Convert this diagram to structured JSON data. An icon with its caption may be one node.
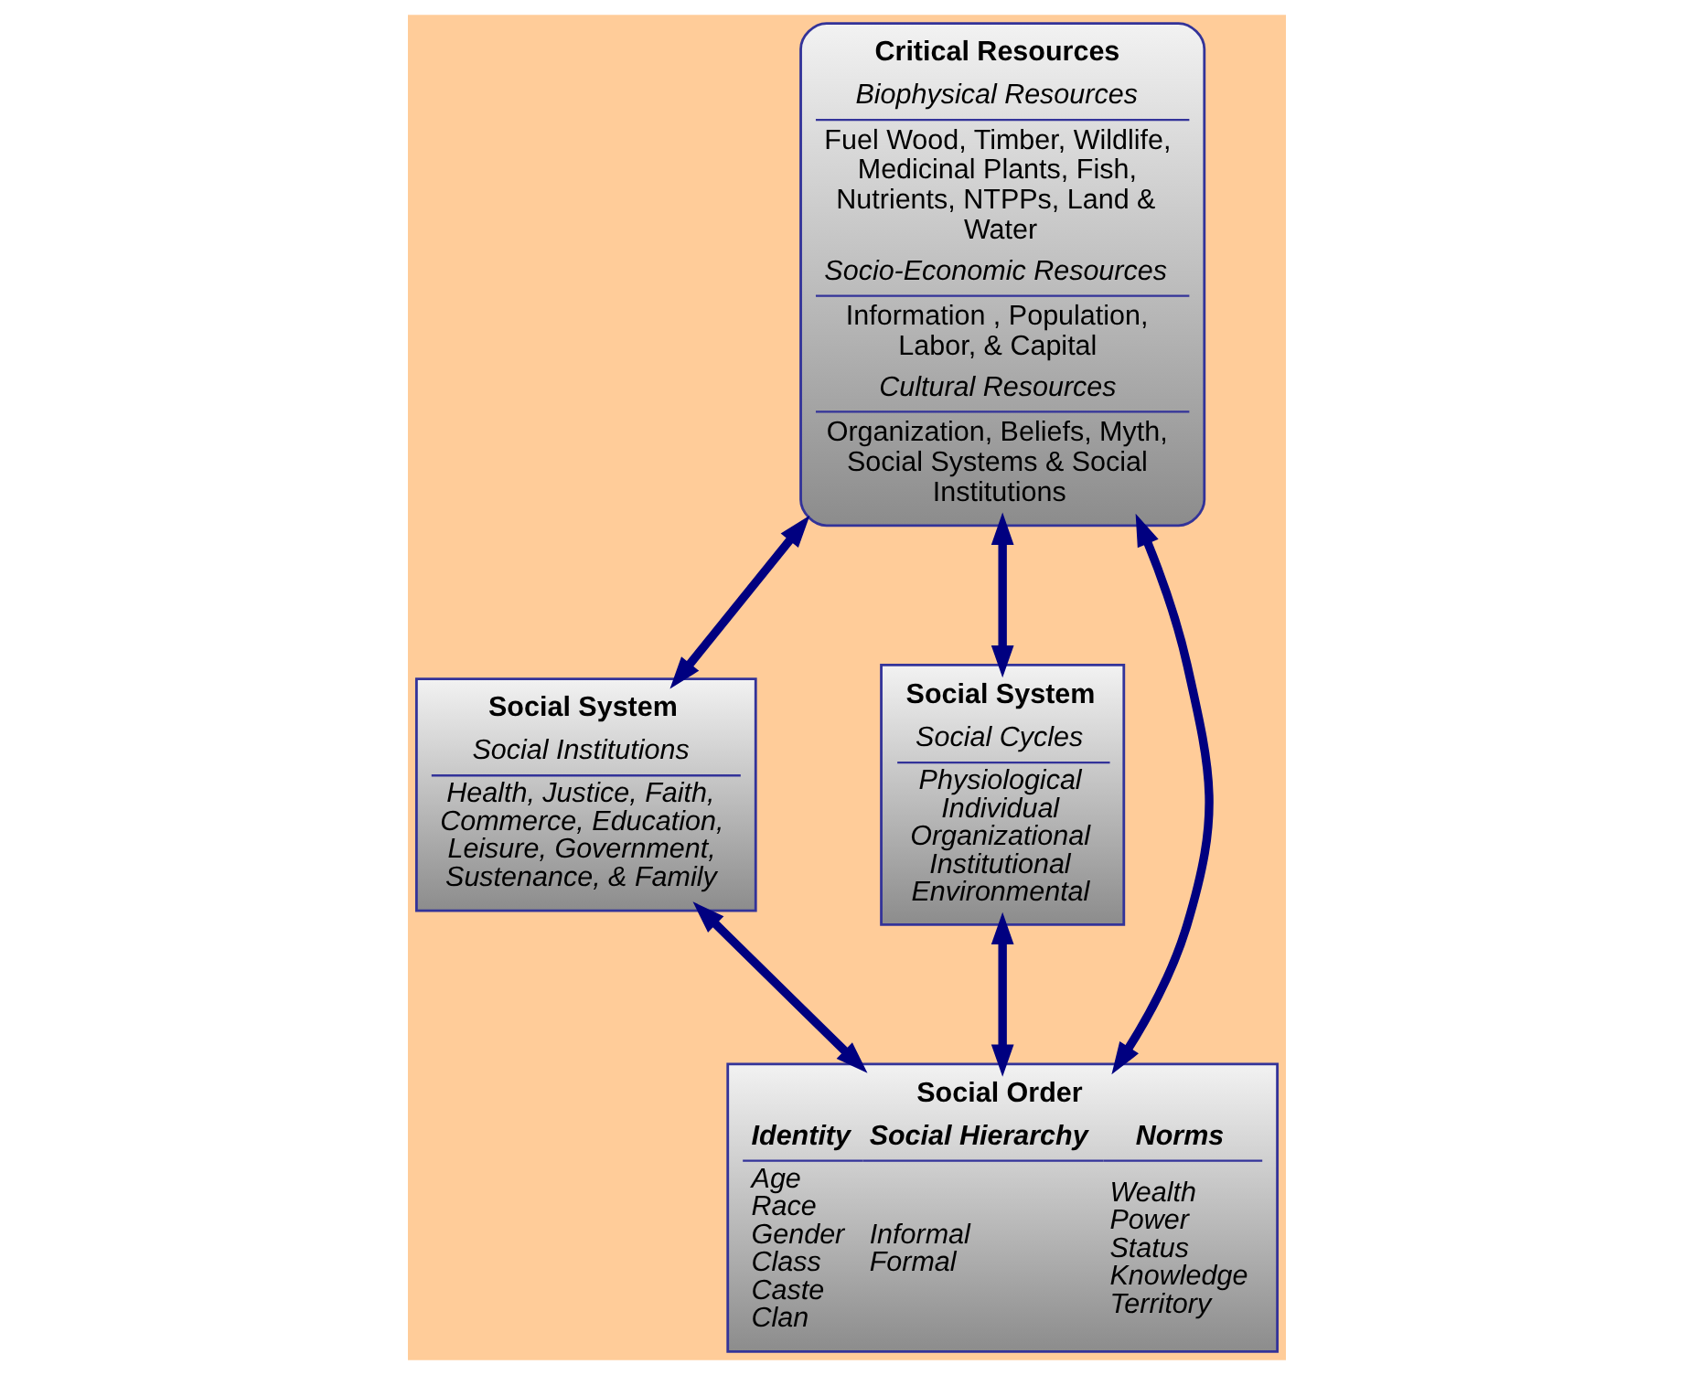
{
  "diagram": {
    "nodes": [
      {
        "text": [
          "Critical Resources",
          "Biophysical Resources",
          "Fuel Wood, Timber, Wildlife, Medicinal Plants, Fish, Nutrients, NTPPs, Land & Water",
          "Socio-Economic Resources",
          "Information , Population, Labor, & Capital",
          "Cultural Resources",
          "Organization, Beliefs, Myth, Social Systems & Social Institutions"
        ]
      },
      {
        "text": [
          "Social System",
          "Social Institutions",
          "Health, Justice, Faith, Commerce, Education, Leisure, Government, Sustenance, & Family"
        ]
      },
      {
        "text": [
          "Social System",
          "Social Cycles",
          "Physiological",
          "Individual",
          "Organizational",
          "Institutional",
          "Environmental"
        ]
      },
      {
        "text": [
          "Social Order",
          "Identity",
          "Social Hierarchy",
          "Norms",
          "Age",
          "Race",
          "Gender",
          "Class",
          "Caste",
          "Clan",
          "Informal",
          "Formal",
          "Wealth",
          "Power",
          "Status",
          "Knowledge",
          "Territory"
        ]
      }
    ],
    "edges": [
      {
        "from": 0,
        "to": 1,
        "arrow": "both"
      },
      {
        "from": 0,
        "to": 2,
        "arrow": "both"
      },
      {
        "from": 1,
        "to": 3,
        "arrow": "both"
      },
      {
        "from": 2,
        "to": 3,
        "arrow": "both"
      },
      {
        "from": 0,
        "to": 3,
        "arrow": "both"
      }
    ]
  }
}
